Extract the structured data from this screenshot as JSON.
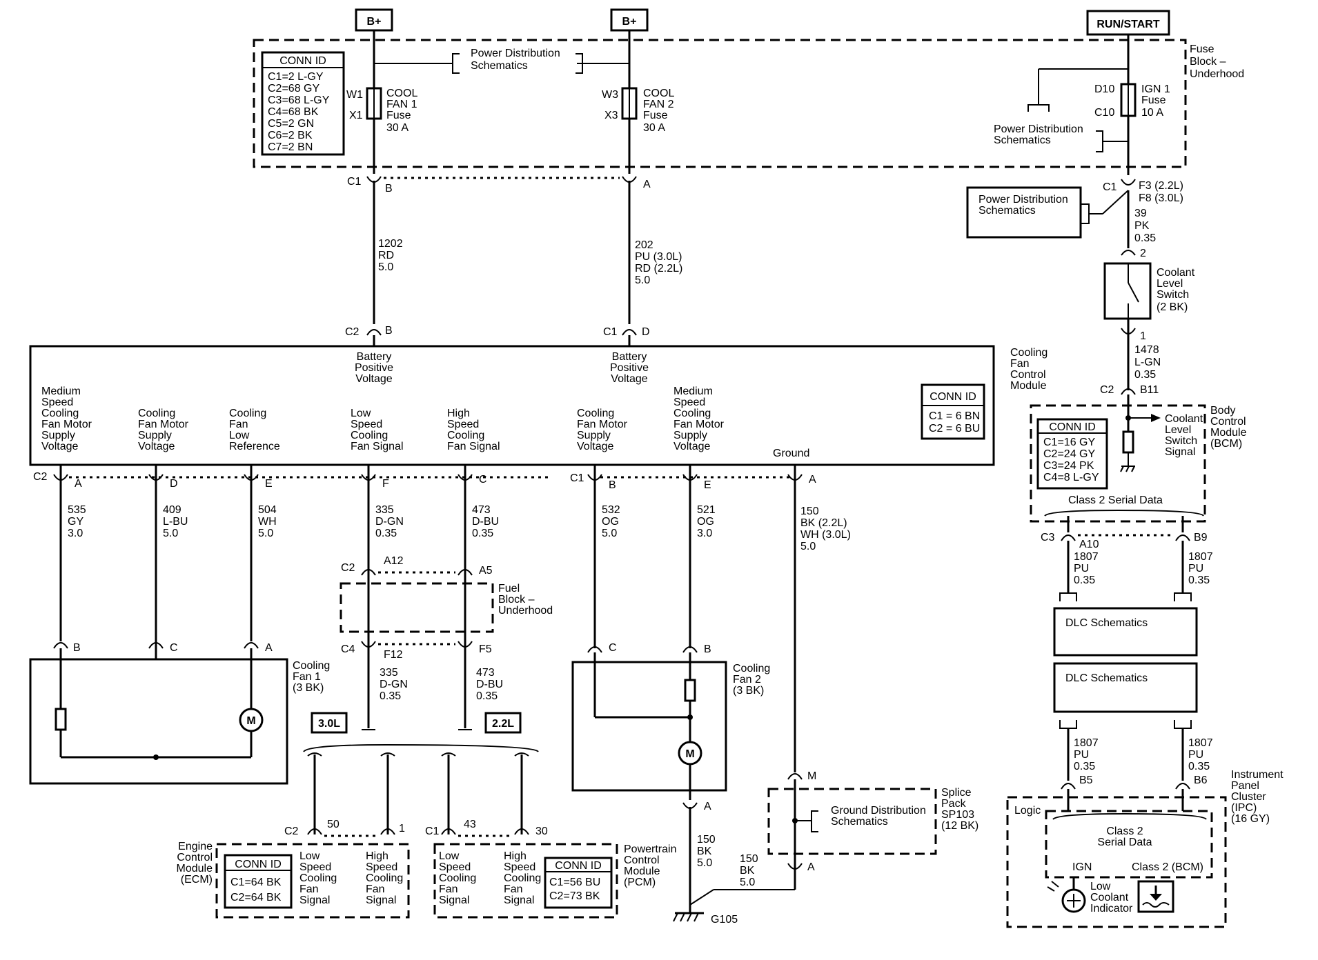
{
  "top": {
    "bplus_left": "B+",
    "bplus_right": "B+",
    "run_start": "RUN/START"
  },
  "fuse_block": {
    "conn_title": "CONN ID",
    "conn": [
      "C1=2 L-GY",
      "C2=68 GY",
      "C3=68 L-GY",
      "C4=68 BK",
      "C5=2 GN",
      "C6=2 BK",
      "C7=2 BN"
    ],
    "pds_top": [
      "Power Distribution",
      "Schematics"
    ],
    "fuse1_pins": [
      "W1",
      "X1"
    ],
    "fuse1_label": [
      "COOL",
      "FAN 1",
      "Fuse",
      "30 A"
    ],
    "fuse2_pins": [
      "W3",
      "X3"
    ],
    "fuse2_label": [
      "COOL",
      "FAN 2",
      "Fuse",
      "30 A"
    ],
    "ign_pins": [
      "D10",
      "C10"
    ],
    "ign_label": [
      "IGN 1",
      "Fuse",
      "10 A"
    ],
    "pds_right": [
      "Power Distribution",
      "Schematics"
    ],
    "block_label": [
      "Fuse",
      "Block –",
      "Underhood"
    ],
    "c1": "C1",
    "pin_b": "B",
    "pin_a": "A",
    "ign_c1": "C1",
    "ign_pin": [
      "F3 (2.2L)",
      "F8 (3.0L)"
    ]
  },
  "wires_top": {
    "w1202": [
      "1202",
      "RD",
      "5.0"
    ],
    "w202": [
      "202",
      "PU (3.0L)",
      "RD (2.2L)",
      "5.0"
    ],
    "pds_box": [
      "Power Distribution",
      "Schematics"
    ],
    "w39": [
      "39",
      "PK",
      "0.35"
    ],
    "pin2": "2",
    "pin1": "1",
    "coolant_switch": [
      "Coolant",
      "Level",
      "Switch",
      "(2 BK)"
    ],
    "w1478": [
      "1478",
      "L-GN",
      "0.35"
    ]
  },
  "cfcm": {
    "c2": "C2",
    "c2pin": "B",
    "c1": "C1",
    "c1pin": "D",
    "bpv1": [
      "Battery",
      "Positive",
      "Voltage"
    ],
    "bpv2": [
      "Battery",
      "Positive",
      "Voltage"
    ],
    "label": [
      "Cooling",
      "Fan",
      "Control",
      "Module"
    ],
    "conn_title": "CONN ID",
    "conn": [
      "C1 = 6 BN",
      "C2 = 6 BU"
    ],
    "funcs": [
      [
        "Medium",
        "Speed",
        "Cooling",
        "Fan Motor",
        "Supply",
        "Voltage"
      ],
      [
        "Cooling",
        "Fan Motor",
        "Supply",
        "Voltage"
      ],
      [
        "Cooling",
        "Fan",
        "Low",
        "Reference"
      ],
      [
        "Low",
        "Speed",
        "Cooling",
        "Fan Signal"
      ],
      [
        "High",
        "Speed",
        "Cooling",
        "Fan Signal"
      ],
      [
        "Cooling",
        "Fan Motor",
        "Supply",
        "Voltage"
      ],
      [
        "Medium",
        "Speed",
        "Cooling",
        "Fan Motor",
        "Supply",
        "Voltage"
      ],
      [
        "Ground"
      ]
    ],
    "c2b": "C2",
    "c1b": "C1",
    "pins": [
      "A",
      "D",
      "E",
      "F",
      "C",
      "B",
      "E",
      "A"
    ]
  },
  "wires_mid": [
    [
      "535",
      "GY",
      "3.0"
    ],
    [
      "409",
      "L-BU",
      "5.0"
    ],
    [
      "504",
      "WH",
      "5.0"
    ],
    [
      "335",
      "D-GN",
      "0.35"
    ],
    [
      "473",
      "D-BU",
      "0.35"
    ],
    [
      "532",
      "OG",
      "5.0"
    ],
    [
      "521",
      "OG",
      "3.0"
    ],
    [
      "150",
      "BK (2.2L)",
      "WH (3.0L)",
      "5.0"
    ]
  ],
  "fuse_block2": {
    "c2": "C2",
    "a12": "A12",
    "a5": "A5",
    "c4": "C4",
    "f12": "F12",
    "f5": "F5",
    "label": [
      "Fuel",
      "Block –",
      "Underhood"
    ]
  },
  "wires_low": {
    "w335": [
      "335",
      "D-GN",
      "0.35"
    ],
    "w473": [
      "473",
      "D-BU",
      "0.35"
    ]
  },
  "fan1": {
    "pins": [
      "B",
      "C",
      "A"
    ],
    "label": [
      "Cooling",
      "Fan 1",
      "(3 BK)"
    ],
    "motor": "M"
  },
  "fan2": {
    "pins": [
      "C",
      "B"
    ],
    "label": [
      "Cooling",
      "Fan 2",
      "(3 BK)"
    ],
    "motor": "M",
    "bottom_pin": "A"
  },
  "engine": {
    "tag30": "3.0L",
    "tag22": "2.2L"
  },
  "ecm": {
    "c2": "C2",
    "p50": "50",
    "p1": "1",
    "label": [
      "Engine",
      "Control",
      "Module",
      "(ECM)"
    ],
    "conn_title": "CONN ID",
    "conn": [
      "C1=64 BK",
      "C2=64 BK"
    ],
    "low": [
      "Low",
      "Speed",
      "Cooling",
      "Fan",
      "Signal"
    ],
    "high": [
      "High",
      "Speed",
      "Cooling",
      "Fan",
      "Signal"
    ]
  },
  "pcm": {
    "c1": "C1",
    "p43": "43",
    "p30": "30",
    "label": [
      "Powertrain",
      "Control",
      "Module",
      "(PCM)"
    ],
    "conn_title": "CONN ID",
    "conn": [
      "C1=56 BU",
      "C2=73 BK"
    ],
    "low": [
      "Low",
      "Speed",
      "Cooling",
      "Fan",
      "Signal"
    ],
    "high": [
      "High",
      "Speed",
      "Cooling",
      "Fan",
      "Signal"
    ]
  },
  "ground": {
    "w150a": [
      "150",
      "BK",
      "5.0"
    ],
    "w150b": [
      "150",
      "BK",
      "5.0"
    ],
    "g105": "G105",
    "m": "M",
    "a": "A",
    "splice": [
      "Splice",
      "Pack",
      "SP103",
      "(12 BK)"
    ],
    "gds": [
      "Ground Distribution",
      "Schematics"
    ]
  },
  "bcm": {
    "c2": "C2",
    "b11": "B11",
    "label": [
      "Body",
      "Control",
      "Module",
      "(BCM)"
    ],
    "conn_title": "CONN ID",
    "conn": [
      "C1=16 GY",
      "C2=24 GY",
      "C3=24 PK",
      "C4=8 L-GY"
    ],
    "signal": [
      "Coolant",
      "Level",
      "Switch",
      "Signal"
    ],
    "serial": "Class 2 Serial Data",
    "c3": "C3",
    "a10": "A10",
    "b9": "B9"
  },
  "dlc": {
    "w1807a": [
      "1807",
      "PU",
      "0.35"
    ],
    "w1807b": [
      "1807",
      "PU",
      "0.35"
    ],
    "box1": "DLC Schematics",
    "box2": "DLC Schematics",
    "w1807c": [
      "1807",
      "PU",
      "0.35"
    ],
    "w1807d": [
      "1807",
      "PU",
      "0.35"
    ],
    "b5": "B5",
    "b6": "B6"
  },
  "ipc": {
    "label": [
      "Instrument",
      "Panel",
      "Cluster",
      "(IPC)",
      "(16 GY)"
    ],
    "logic": "Logic",
    "serial": [
      "Class 2",
      "Serial Data"
    ],
    "ign": "IGN",
    "class2bcm": "Class 2 (BCM)",
    "indicator": [
      "Low",
      "Coolant",
      "Indicator"
    ]
  }
}
